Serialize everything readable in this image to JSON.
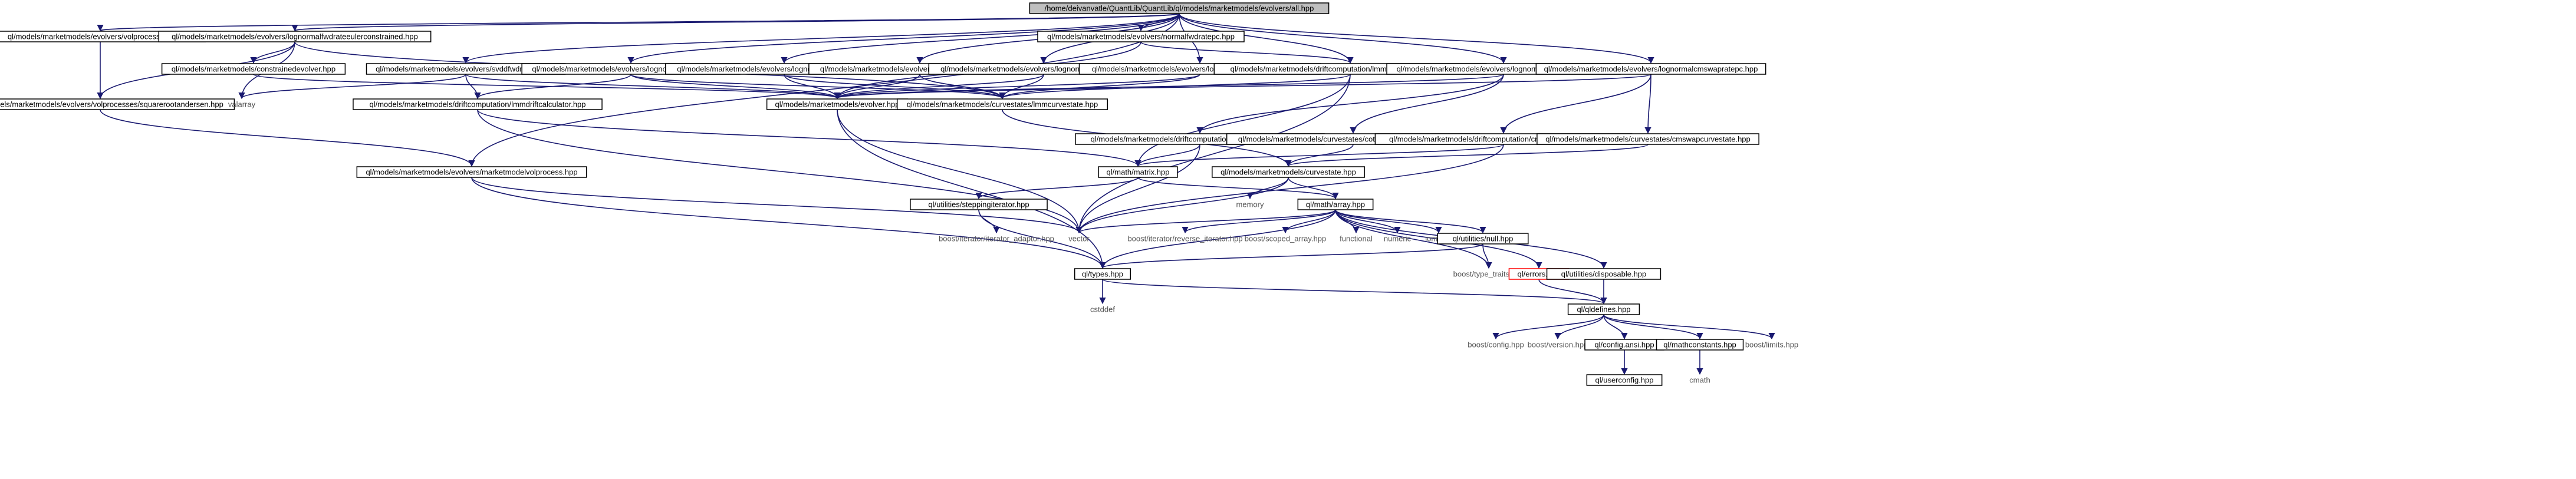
{
  "graph": {
    "nodes": [
      {
        "id": "root",
        "label": "/home/deivanvatle/QuantLib/QuantLib/ql/models/marketmodels/evolvers/all.hpp",
        "kind": "root"
      },
      {
        "id": "volproc_all",
        "label": "ql/models/marketmodels/evolvers/volprocesses/all.hpp",
        "kind": "file"
      },
      {
        "id": "lognormfwdconstr",
        "label": "ql/models/marketmodels/evolvers/lognormalfwdrateeulerconstrained.hpp",
        "kind": "file"
      },
      {
        "id": "normalfwdpc",
        "label": "ql/models/marketmodels/evolvers/normalfwdratepc.hpp",
        "kind": "file"
      },
      {
        "id": "constrainedevolver",
        "label": "ql/models/marketmodels/constrainedevolver.hpp",
        "kind": "file"
      },
      {
        "id": "svddfwd",
        "label": "ql/models/marketmodels/evolvers/svddfwdratepc.hpp",
        "kind": "file"
      },
      {
        "id": "lognormfwdpc",
        "label": "ql/models/marketmodels/evolvers/lognormalfwdratepc.hpp",
        "kind": "file"
      },
      {
        "id": "lognormfwdball",
        "label": "ql/models/marketmodels/evolvers/lognormalfwdrateballand.hpp",
        "kind": "file"
      },
      {
        "id": "lognormfwdipc",
        "label": "ql/models/marketmodels/evolvers/lognormalfwdrateipc.hpp",
        "kind": "file"
      },
      {
        "id": "lognormfwdeuler",
        "label": "ql/models/marketmodels/evolvers/lognormalfwdrateeuler.hpp",
        "kind": "file"
      },
      {
        "id": "lognormfwdiball",
        "label": "ql/models/marketmodels/evolvers/lognormalfwdrateiballand.hpp",
        "kind": "file"
      },
      {
        "id": "lmmnormaldrift",
        "label": "ql/models/marketmodels/driftcomputation/lmmnormaldriftcalculator.hpp",
        "kind": "file"
      },
      {
        "id": "lognormcotswap",
        "label": "ql/models/marketmodels/evolvers/lognormalcotswapratepc.hpp",
        "kind": "file"
      },
      {
        "id": "lognormcmswap",
        "label": "ql/models/marketmodels/evolvers/lognormalcmswapratepc.hpp",
        "kind": "file"
      },
      {
        "id": "sqrtandersen",
        "label": "ql/models/marketmodels/evolvers/volprocesses/squarerootandersen.hpp",
        "kind": "file"
      },
      {
        "id": "valarray",
        "label": "valarray",
        "kind": "ext"
      },
      {
        "id": "lmmdrift",
        "label": "ql/models/marketmodels/driftcomputation/lmmdriftcalculator.hpp",
        "kind": "file"
      },
      {
        "id": "evolver",
        "label": "ql/models/marketmodels/evolver.hpp",
        "kind": "file"
      },
      {
        "id": "lmmcurvestate",
        "label": "ql/models/marketmodels/curvestates/lmmcurvestate.hpp",
        "kind": "file"
      },
      {
        "id": "smmdrift",
        "label": "ql/models/marketmodels/driftcomputation/smmdriftcalculator.hpp",
        "kind": "file"
      },
      {
        "id": "coterminalcs",
        "label": "ql/models/marketmodels/curvestates/coterminalswapcurvestate.hpp",
        "kind": "file"
      },
      {
        "id": "cmsmmdrift",
        "label": "ql/models/marketmodels/driftcomputation/cmsmmdriftcalculator.hpp",
        "kind": "file"
      },
      {
        "id": "cmswapcs",
        "label": "ql/models/marketmodels/curvestates/cmswapcurvestate.hpp",
        "kind": "file"
      },
      {
        "id": "mmdvolproc",
        "label": "ql/models/marketmodels/evolvers/marketmodelvolprocess.hpp",
        "kind": "file"
      },
      {
        "id": "matrix",
        "label": "ql/math/matrix.hpp",
        "kind": "file"
      },
      {
        "id": "curvestate",
        "label": "ql/models/marketmodels/curvestate.hpp",
        "kind": "file"
      },
      {
        "id": "memory",
        "label": "memory",
        "kind": "ext"
      },
      {
        "id": "array",
        "label": "ql/math/array.hpp",
        "kind": "file"
      },
      {
        "id": "stepiter",
        "label": "ql/utilities/steppingiterator.hpp",
        "kind": "file"
      },
      {
        "id": "vector",
        "label": "vector",
        "kind": "ext"
      },
      {
        "id": "iteradaptor",
        "label": "boost/iterator/iterator_adaptor.hpp",
        "kind": "ext"
      },
      {
        "id": "reviter",
        "label": "boost/iterator/reverse_iterator.hpp",
        "kind": "ext"
      },
      {
        "id": "scopedarray",
        "label": "boost/scoped_array.hpp",
        "kind": "ext"
      },
      {
        "id": "functional",
        "label": "functional",
        "kind": "ext"
      },
      {
        "id": "numeric",
        "label": "numeric",
        "kind": "ext"
      },
      {
        "id": "iomanip",
        "label": "iomanip",
        "kind": "ext"
      },
      {
        "id": "null",
        "label": "ql/utilities/null.hpp",
        "kind": "file"
      },
      {
        "id": "typetraits",
        "label": "boost/type_traits.hpp",
        "kind": "ext"
      },
      {
        "id": "errors",
        "label": "ql/errors.hpp",
        "kind": "err"
      },
      {
        "id": "disposable",
        "label": "ql/utilities/disposable.hpp",
        "kind": "file"
      },
      {
        "id": "types",
        "label": "ql/types.hpp",
        "kind": "file"
      },
      {
        "id": "cstddef",
        "label": "cstddef",
        "kind": "ext"
      },
      {
        "id": "qldefines",
        "label": "ql/qldefines.hpp",
        "kind": "file"
      },
      {
        "id": "boostconfig",
        "label": "boost/config.hpp",
        "kind": "ext"
      },
      {
        "id": "boostversion",
        "label": "boost/version.hpp",
        "kind": "ext"
      },
      {
        "id": "configansi",
        "label": "ql/config.ansi.hpp",
        "kind": "file"
      },
      {
        "id": "mathconst",
        "label": "ql/mathconstants.hpp",
        "kind": "file"
      },
      {
        "id": "boostlimits",
        "label": "boost/limits.hpp",
        "kind": "ext"
      },
      {
        "id": "userconfig",
        "label": "ql/userconfig.hpp",
        "kind": "file"
      },
      {
        "id": "cmath",
        "label": "cmath",
        "kind": "ext"
      }
    ],
    "edges": [
      [
        "root",
        "volproc_all"
      ],
      [
        "root",
        "lognormfwdconstr"
      ],
      [
        "root",
        "normalfwdpc"
      ],
      [
        "root",
        "svddfwd"
      ],
      [
        "root",
        "lognormfwdpc"
      ],
      [
        "root",
        "lognormfwdball"
      ],
      [
        "root",
        "lognormfwdipc"
      ],
      [
        "root",
        "lognormfwdeuler"
      ],
      [
        "root",
        "lognormfwdiball"
      ],
      [
        "root",
        "lmmnormaldrift"
      ],
      [
        "root",
        "lognormcotswap"
      ],
      [
        "root",
        "lognormcmswap"
      ],
      [
        "root",
        "mmdvolproc"
      ],
      [
        "volproc_all",
        "sqrtandersen"
      ],
      [
        "lognormfwdconstr",
        "constrainedevolver"
      ],
      [
        "lognormfwdconstr",
        "valarray"
      ],
      [
        "lognormfwdconstr",
        "sqrtandersen"
      ],
      [
        "lognormfwdconstr",
        "lmmcurvestate"
      ],
      [
        "normalfwdpc",
        "evolver"
      ],
      [
        "normalfwdpc",
        "lmmnormaldrift"
      ],
      [
        "constrainedevolver",
        "evolver"
      ],
      [
        "svddfwd",
        "valarray"
      ],
      [
        "svddfwd",
        "lmmdrift"
      ],
      [
        "svddfwd",
        "evolver"
      ],
      [
        "lognormfwdpc",
        "lmmdrift"
      ],
      [
        "lognormfwdpc",
        "evolver"
      ],
      [
        "lognormfwdpc",
        "lmmcurvestate"
      ],
      [
        "lognormfwdball",
        "evolver"
      ],
      [
        "lognormfwdball",
        "lmmcurvestate"
      ],
      [
        "lognormfwdipc",
        "evolver"
      ],
      [
        "lognormfwdipc",
        "lmmcurvestate"
      ],
      [
        "lognormfwdeuler",
        "evolver"
      ],
      [
        "lognormfwdeuler",
        "lmmcurvestate"
      ],
      [
        "lognormfwdiball",
        "evolver"
      ],
      [
        "lognormfwdiball",
        "lmmcurvestate"
      ],
      [
        "lmmnormaldrift",
        "lmmcurvestate"
      ],
      [
        "lmmnormaldrift",
        "matrix"
      ],
      [
        "lmmnormaldrift",
        "vector"
      ],
      [
        "lognormcotswap",
        "smmdrift"
      ],
      [
        "lognormcotswap",
        "coterminalcs"
      ],
      [
        "lognormcotswap",
        "evolver"
      ],
      [
        "lognormcmswap",
        "cmsmmdrift"
      ],
      [
        "lognormcmswap",
        "cmswapcs"
      ],
      [
        "lognormcmswap",
        "evolver"
      ],
      [
        "sqrtandersen",
        "mmdvolproc"
      ],
      [
        "lmmdrift",
        "matrix"
      ],
      [
        "lmmdrift",
        "vector"
      ],
      [
        "evolver",
        "vector"
      ],
      [
        "evolver",
        "types"
      ],
      [
        "lmmcurvestate",
        "curvestate"
      ],
      [
        "smmdrift",
        "matrix"
      ],
      [
        "smmdrift",
        "vector"
      ],
      [
        "coterminalcs",
        "curvestate"
      ],
      [
        "cmsmmdrift",
        "matrix"
      ],
      [
        "cmsmmdrift",
        "vector"
      ],
      [
        "cmswapcs",
        "curvestate"
      ],
      [
        "mmdvolproc",
        "types"
      ],
      [
        "mmdvolproc",
        "vector"
      ],
      [
        "matrix",
        "array"
      ],
      [
        "matrix",
        "stepiter"
      ],
      [
        "curvestate",
        "array"
      ],
      [
        "curvestate",
        "vector"
      ],
      [
        "curvestate",
        "memory"
      ],
      [
        "array",
        "vector"
      ],
      [
        "array",
        "reviter"
      ],
      [
        "array",
        "scopedarray"
      ],
      [
        "array",
        "functional"
      ],
      [
        "array",
        "numeric"
      ],
      [
        "array",
        "iomanip"
      ],
      [
        "array",
        "null"
      ],
      [
        "array",
        "typetraits"
      ],
      [
        "array",
        "errors"
      ],
      [
        "array",
        "disposable"
      ],
      [
        "array",
        "types"
      ],
      [
        "stepiter",
        "iteradaptor"
      ],
      [
        "stepiter",
        "types"
      ],
      [
        "null",
        "types"
      ],
      [
        "null",
        "typetraits"
      ],
      [
        "errors",
        "qldefines"
      ],
      [
        "disposable",
        "qldefines"
      ],
      [
        "types",
        "cstddef"
      ],
      [
        "types",
        "qldefines"
      ],
      [
        "qldefines",
        "boostconfig"
      ],
      [
        "qldefines",
        "boostversion"
      ],
      [
        "qldefines",
        "configansi"
      ],
      [
        "qldefines",
        "mathconst"
      ],
      [
        "qldefines",
        "boostlimits"
      ],
      [
        "configansi",
        "userconfig"
      ],
      [
        "mathconst",
        "cmath"
      ]
    ]
  }
}
